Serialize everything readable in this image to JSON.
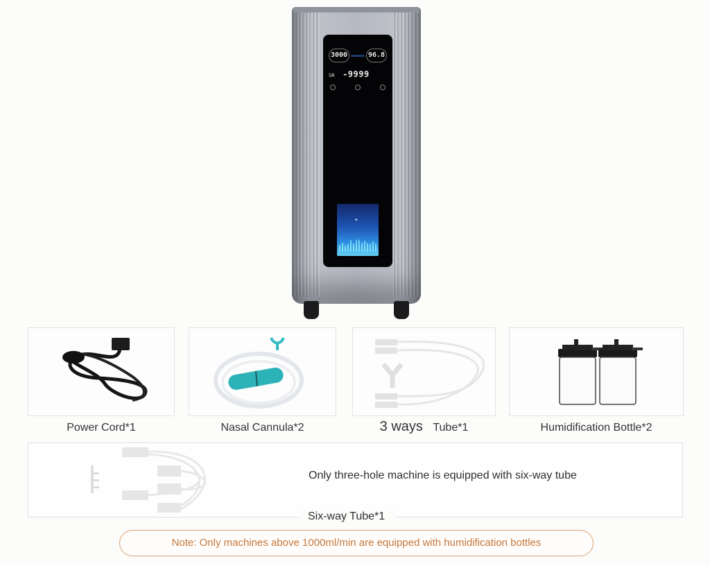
{
  "machine": {
    "display": {
      "flow_gauge": "3000",
      "concentration_gauge": "96.8",
      "timer_label": "SR",
      "timer_value": "-9999"
    },
    "buttons": [
      "power",
      "flow",
      "timer"
    ]
  },
  "accessories": [
    {
      "label": "Power Cord*1",
      "icon": "power-cord-icon"
    },
    {
      "label": "Nasal Cannula*2",
      "icon": "nasal-cannula-icon"
    },
    {
      "label_prefix": "3 ways",
      "label": "Tube*1",
      "icon": "three-way-tube-icon"
    },
    {
      "label": "Humidification Bottle*2",
      "icon": "humidification-bottle-icon"
    }
  ],
  "six_way": {
    "description": "Only three-hole machine is equipped with six-way tube",
    "label": "Six-way Tube*1",
    "icon": "six-way-tube-icon"
  },
  "note": "Note: Only machines above 1000ml/min are equipped with humidification bottles",
  "colors": {
    "note_border": "#d9a273",
    "note_text": "#c4773a",
    "cannula_accent": "#2bb3b8",
    "machine_body": "#b6b9c1"
  }
}
